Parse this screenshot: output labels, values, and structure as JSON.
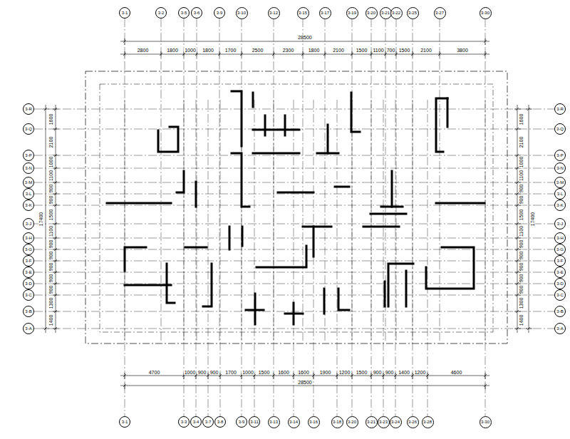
{
  "diagram": {
    "nodes": [
      {
        "text": [
          "3-1"
        ]
      },
      {
        "text": [
          "3-2"
        ]
      },
      {
        "text": [
          "3-5"
        ]
      },
      {
        "text": [
          "3-6"
        ]
      },
      {
        "text": [
          "3-9"
        ]
      },
      {
        "text": [
          "3-10"
        ]
      },
      {
        "text": [
          "3-12"
        ]
      },
      {
        "text": [
          "3-15"
        ]
      },
      {
        "text": [
          "3-17"
        ]
      },
      {
        "text": [
          "3-19"
        ]
      },
      {
        "text": [
          "3-20"
        ]
      },
      {
        "text": [
          "3-21"
        ]
      },
      {
        "text": [
          "3-22"
        ]
      },
      {
        "text": [
          "3-25"
        ]
      },
      {
        "text": [
          "3-27"
        ]
      },
      {
        "text": [
          "3-30"
        ]
      },
      {
        "text": [
          "3-R"
        ]
      },
      {
        "text": [
          "3-Q"
        ]
      },
      {
        "text": [
          "3-P"
        ]
      },
      {
        "text": [
          "3-N"
        ]
      },
      {
        "text": [
          "3-M"
        ]
      },
      {
        "text": [
          "3-L"
        ]
      },
      {
        "text": [
          "3-K"
        ]
      },
      {
        "text": [
          "3-J"
        ]
      },
      {
        "text": [
          "3-H"
        ]
      },
      {
        "text": [
          "3-G"
        ]
      },
      {
        "text": [
          "3-F"
        ]
      },
      {
        "text": [
          "3-E"
        ]
      },
      {
        "text": [
          "3-D"
        ]
      },
      {
        "text": [
          "3-C"
        ]
      },
      {
        "text": [
          "3-B"
        ]
      },
      {
        "text": [
          "3-A"
        ]
      },
      {
        "text": [
          "3-R"
        ]
      },
      {
        "text": [
          "3-Q"
        ]
      },
      {
        "text": [
          "3-P"
        ]
      },
      {
        "text": [
          "3-N"
        ]
      },
      {
        "text": [
          "3-M"
        ]
      },
      {
        "text": [
          "3-L"
        ]
      },
      {
        "text": [
          "3-K"
        ]
      },
      {
        "text": [
          "3-J"
        ]
      },
      {
        "text": [
          "3-H"
        ]
      },
      {
        "text": [
          "3-G"
        ]
      },
      {
        "text": [
          "3-F"
        ]
      },
      {
        "text": [
          "3-E"
        ]
      },
      {
        "text": [
          "3-D"
        ]
      },
      {
        "text": [
          "3-C"
        ]
      },
      {
        "text": [
          "3-B"
        ]
      },
      {
        "text": [
          "3-A"
        ]
      },
      {
        "text": [
          "3-1"
        ]
      },
      {
        "text": [
          "3-3"
        ]
      },
      {
        "text": [
          "3-4"
        ]
      },
      {
        "text": [
          "3-7"
        ]
      },
      {
        "text": [
          "3-8"
        ]
      },
      {
        "text": [
          "3-9"
        ]
      },
      {
        "text": [
          "3-11"
        ]
      },
      {
        "text": [
          "3-13"
        ]
      },
      {
        "text": [
          "3-14"
        ]
      },
      {
        "text": [
          "3-16"
        ]
      },
      {
        "text": [
          "3-18"
        ]
      },
      {
        "text": [
          "3-20"
        ]
      },
      {
        "text": [
          "3-21"
        ]
      },
      {
        "text": [
          "3-23"
        ]
      },
      {
        "text": [
          "3-24"
        ]
      },
      {
        "text": [
          "3-26"
        ]
      },
      {
        "text": [
          "3-28"
        ]
      },
      {
        "text": [
          "3-30"
        ]
      }
    ],
    "labels": [
      "28500",
      "2800",
      "1800",
      "1000",
      "1800",
      "1700",
      "2500",
      "2300",
      "1800",
      "2100",
      "1500",
      "1100",
      "700",
      "1500",
      "2100",
      "3800",
      "17400",
      "1600",
      "2100",
      "1000",
      "1100",
      "900",
      "900",
      "1500",
      "1100",
      "900",
      "900",
      "900",
      "900",
      "900",
      "1300",
      "1400",
      "1600",
      "2100",
      "1000",
      "1100",
      "900",
      "900",
      "1500",
      "1100",
      "900",
      "900",
      "900",
      "900",
      "900",
      "1300",
      "1400",
      "17400",
      "4700",
      "1000",
      "900",
      "900",
      "1700",
      "1000",
      "1500",
      "1600",
      "1600",
      "1900",
      "1200",
      "1500",
      "900",
      "900",
      "1400",
      "1200",
      "4600",
      "28500"
    ]
  }
}
